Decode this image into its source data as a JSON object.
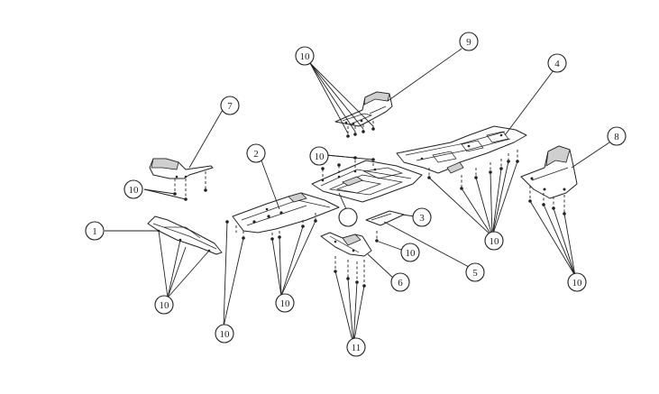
{
  "diagram": {
    "callouts": [
      {
        "id": "c1",
        "label": "1"
      },
      {
        "id": "c2",
        "label": "2"
      },
      {
        "id": "c3",
        "label": "3"
      },
      {
        "id": "c4",
        "label": "4"
      },
      {
        "id": "c5",
        "label": "5"
      },
      {
        "id": "c6",
        "label": "6"
      },
      {
        "id": "c7",
        "label": "7"
      },
      {
        "id": "c8",
        "label": "8"
      },
      {
        "id": "c9",
        "label": "9"
      },
      {
        "id": "c10a",
        "label": "10"
      },
      {
        "id": "c10b",
        "label": "10"
      },
      {
        "id": "c10c",
        "label": "10"
      },
      {
        "id": "c10d",
        "label": "10"
      },
      {
        "id": "c10e",
        "label": "10"
      },
      {
        "id": "c10f",
        "label": "10"
      },
      {
        "id": "c10g",
        "label": "10"
      },
      {
        "id": "c10h",
        "label": "10"
      },
      {
        "id": "c10i",
        "label": "10"
      },
      {
        "id": "c11",
        "label": "11"
      }
    ]
  }
}
